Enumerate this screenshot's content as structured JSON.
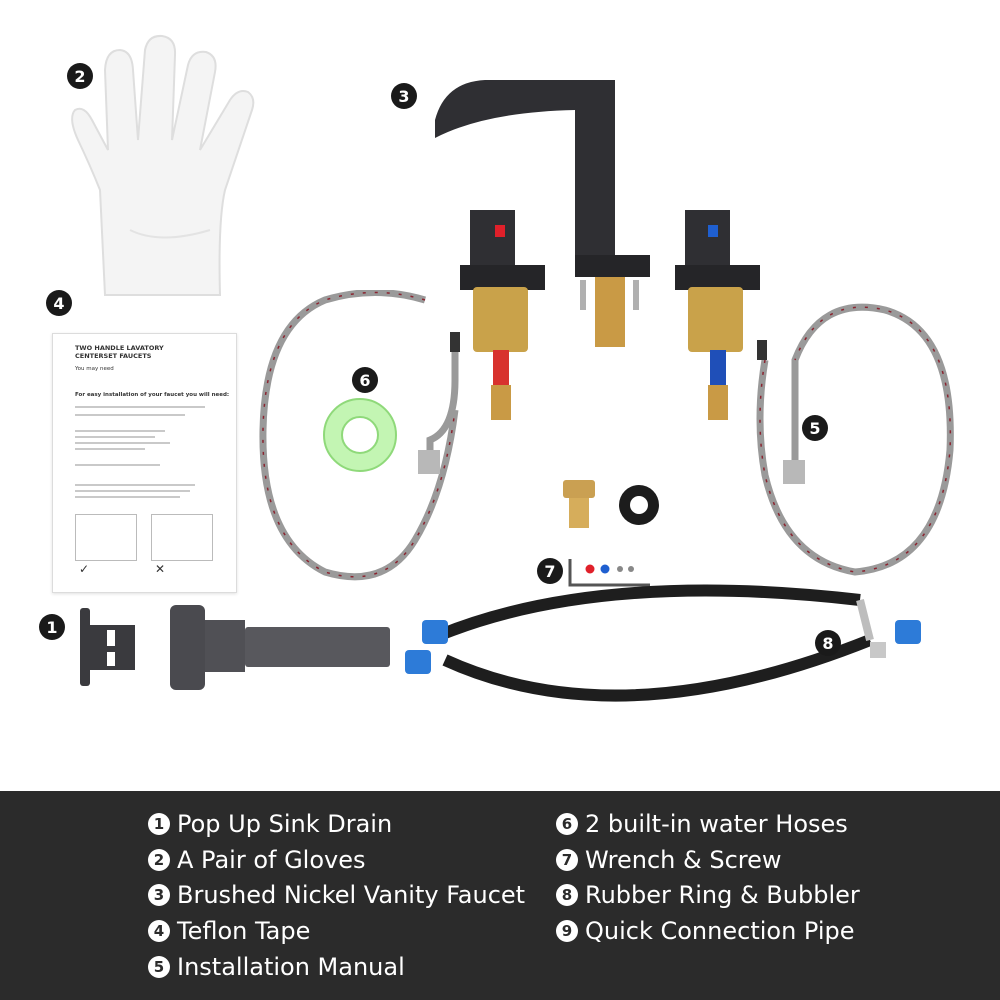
{
  "callouts": [
    "1",
    "2",
    "3",
    "4",
    "5",
    "6",
    "7",
    "8"
  ],
  "manual": {
    "title_line1": "TWO HANDLE LAVATORY",
    "title_line2": "CENTERSET FAUCETS",
    "you_may_need": "You may need",
    "easy_install": "For easy installation of your faucet you will need:"
  },
  "legend": {
    "left": [
      {
        "num": "1",
        "text": "Pop Up Sink Drain"
      },
      {
        "num": "2",
        "text": "A Pair of Gloves"
      },
      {
        "num": "3",
        "text": "Brushed Nickel Vanity Faucet"
      },
      {
        "num": "4",
        "text": "Teflon Tape"
      },
      {
        "num": "5",
        "text": "Installation Manual"
      }
    ],
    "right": [
      {
        "num": "6",
        "text": "2 built-in water Hoses"
      },
      {
        "num": "7",
        "text": "Wrench & Screw"
      },
      {
        "num": "8",
        "text": "Rubber Ring & Bubbler"
      },
      {
        "num": "9",
        "text": "Quick Connection Pipe"
      }
    ]
  },
  "colors": {
    "legend_bg": "#2b2b2b",
    "hot_marker": "#e0202a",
    "cold_marker": "#1f5fd0",
    "brass": "#c9a24a",
    "tape_green": "#b9f2a8"
  }
}
